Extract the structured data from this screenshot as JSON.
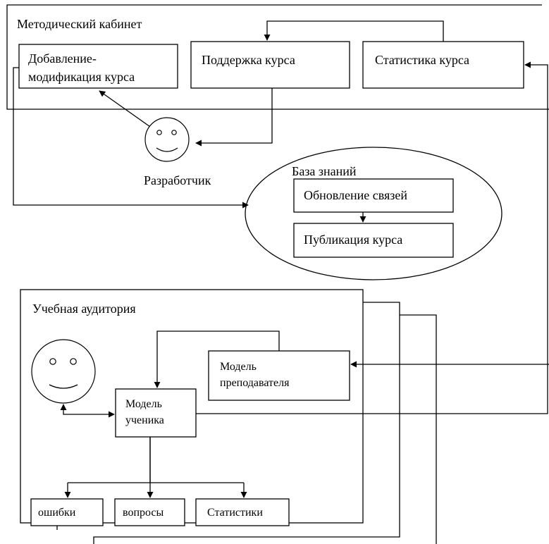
{
  "diagram": {
    "method_office": {
      "title": "Методический кабинет",
      "add_modify_line1": "Добавление-",
      "add_modify_line2": "модификация курса",
      "course_support": "Поддержка курса",
      "course_stats": "Статистика курса"
    },
    "developer": {
      "label": "Разработчик"
    },
    "knowledge_base": {
      "title": "База знаний",
      "update_links": "Обновление связей",
      "publish_course": "Публикация курса"
    },
    "classroom": {
      "title": "Учебная аудитория",
      "teacher_model_line1": "Модель",
      "teacher_model_line2": "преподавателя",
      "student_model_line1": "Модель",
      "student_model_line2": "ученика",
      "errors": "ошибки",
      "questions": "вопросы",
      "statistics": "Статистики"
    }
  }
}
